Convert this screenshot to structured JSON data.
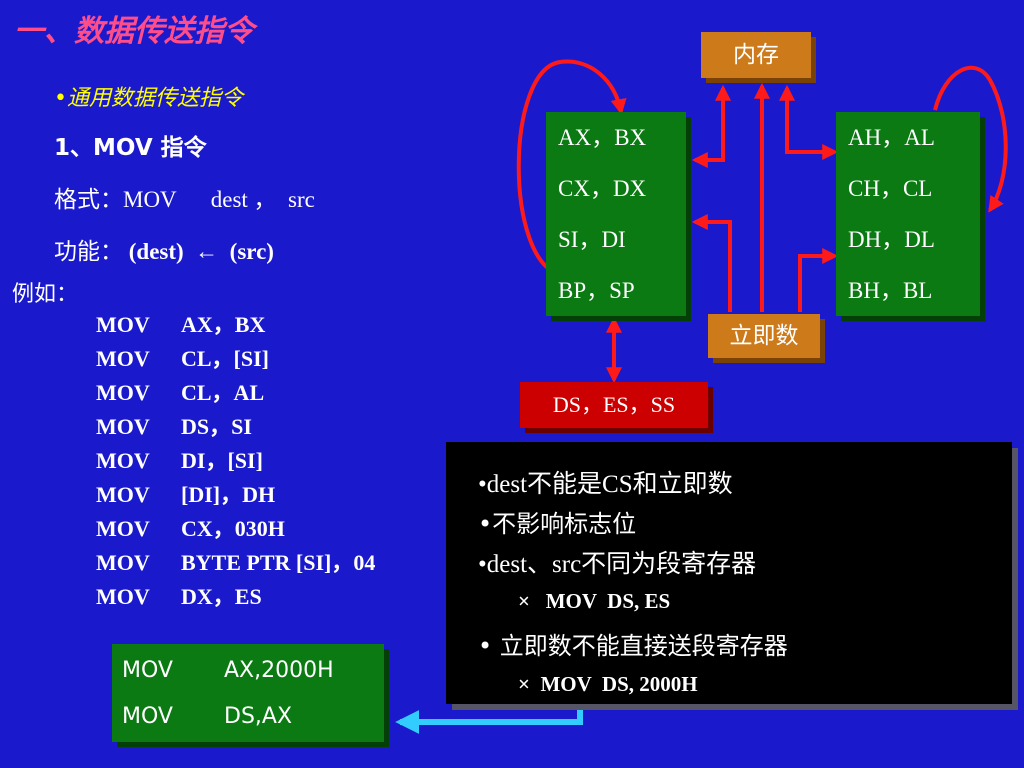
{
  "title": "一、数据传送指令",
  "subtitle": "•通用数据传送指令",
  "mov_heading": "1、MOV  指令",
  "format_label": "格式：",
  "format_value": "MOV      dest ，  src",
  "function_label": "功能：",
  "function_value": "(dest)  ←  (src)",
  "example_label": "例如：",
  "examples": [
    {
      "op": "MOV",
      "args": "AX，BX"
    },
    {
      "op": "MOV",
      "args": "CL，[SI]"
    },
    {
      "op": "MOV",
      "args": "CL，AL"
    },
    {
      "op": "MOV",
      "args": "DS，SI"
    },
    {
      "op": "MOV",
      "args": "DI，[SI]"
    },
    {
      "op": "MOV",
      "args": "[DI]，DH"
    },
    {
      "op": "MOV",
      "args": "CX，030H"
    },
    {
      "op": "MOV",
      "args": "BYTE PTR [SI]，04"
    },
    {
      "op": "MOV",
      "args": "DX，ES"
    }
  ],
  "diagram": {
    "memory_label": "内存",
    "immediate_label": "立即数",
    "segment_label": "DS，ES，SS",
    "reg16": [
      "AX，BX",
      "CX，DX",
      "SI，DI",
      "BP，SP"
    ],
    "reg8": [
      "AH，AL",
      "CH，CL",
      "DH，DL",
      "BH，BL"
    ]
  },
  "notes": {
    "n1": "•dest不能是CS和立即数",
    "n2": "•不影响标志位",
    "n3": "•dest、src不同为段寄存器",
    "n3_example": "×   MOV  DS, ES",
    "n4": "• 立即数不能直接送段寄存器",
    "n4_example": "×  MOV  DS, 2000H"
  },
  "correct_code": [
    {
      "op": "MOV",
      "args": "AX,2000H"
    },
    {
      "op": "MOV",
      "args": "DS,AX"
    }
  ],
  "colors": {
    "background": "#1a1acc",
    "title": "#ff4d8a",
    "subtitle": "#ffff00",
    "register_box": "#0b7a12",
    "memory_box": "#cc7a1a",
    "segment_box": "#cc0000",
    "arrow_red": "#ff1a1a",
    "arrow_cyan": "#33ccff"
  }
}
